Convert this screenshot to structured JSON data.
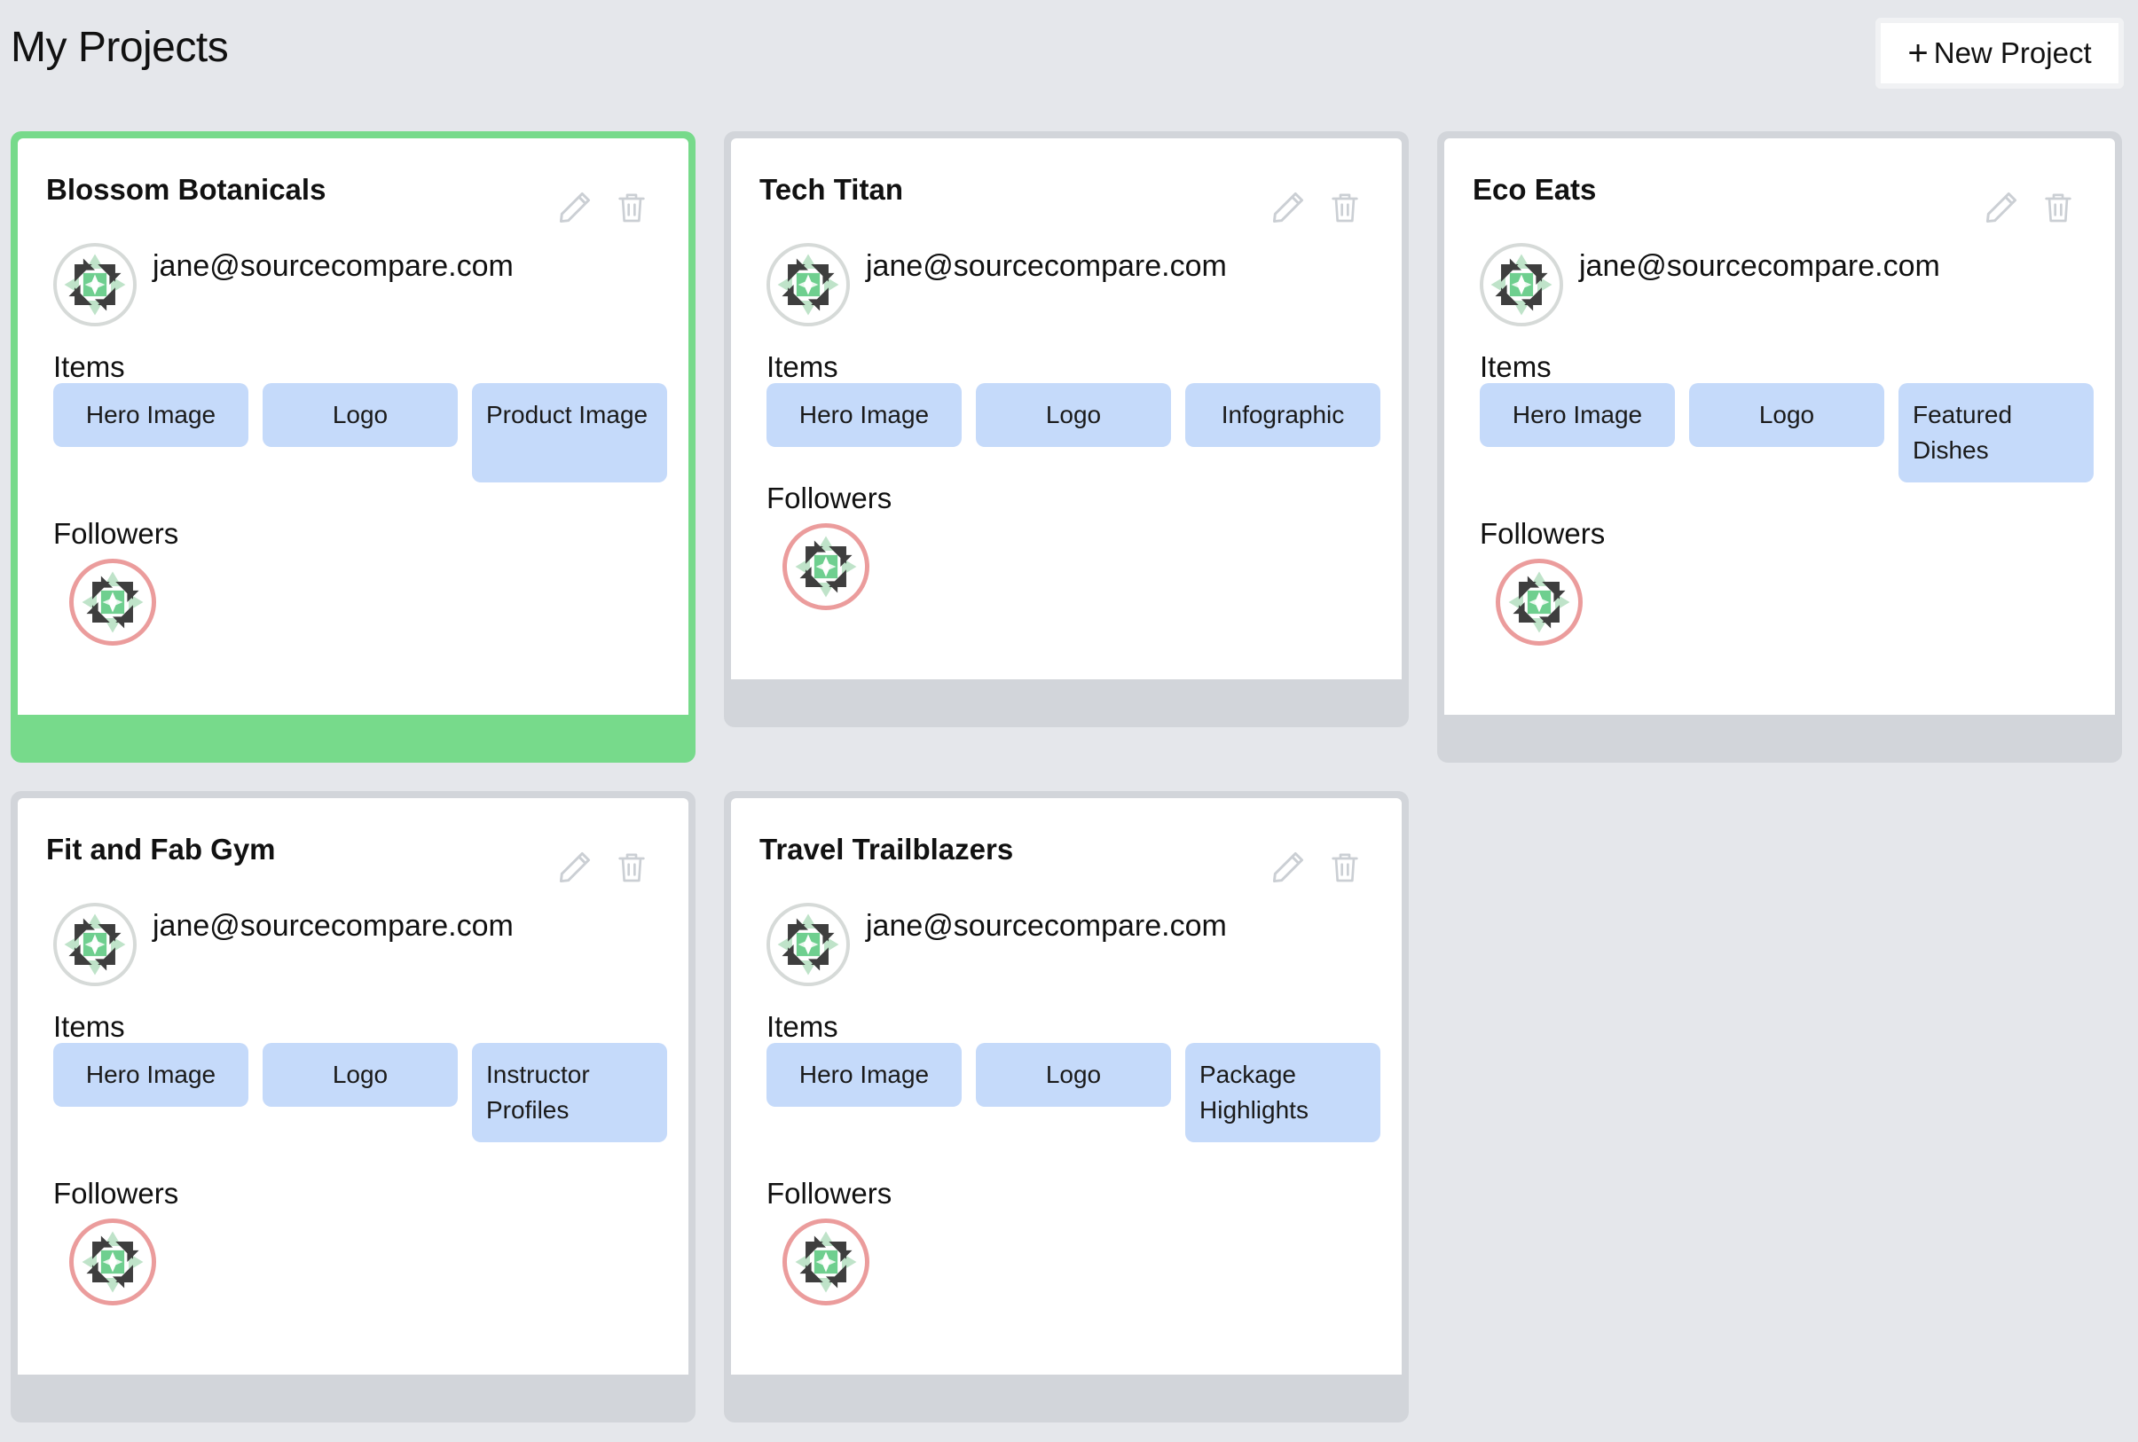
{
  "header": {
    "title": "My Projects",
    "new_project_plus": "+",
    "new_project_label": "New Project"
  },
  "colors": {
    "active_card": "#77da8b",
    "card_footer": "#d2d5da",
    "chip_bg": "#c5dafa",
    "follower_ring": "#eb9c9c"
  },
  "projects": [
    {
      "name": "Blossom Botanicals",
      "active": true,
      "owner_email": "jane@sourcecompare.com",
      "items_label": "Items",
      "items": [
        "Hero Image",
        "Logo",
        "Product Image"
      ],
      "followers_label": "Followers",
      "edit_icon": "pencil-icon",
      "delete_icon": "trash-icon"
    },
    {
      "name": "Tech Titan",
      "active": false,
      "owner_email": "jane@sourcecompare.com",
      "items_label": "Items",
      "items": [
        "Hero Image",
        "Logo",
        "Infographic"
      ],
      "followers_label": "Followers",
      "edit_icon": "pencil-icon",
      "delete_icon": "trash-icon"
    },
    {
      "name": "Eco Eats",
      "active": false,
      "owner_email": "jane@sourcecompare.com",
      "items_label": "Items",
      "items": [
        "Hero Image",
        "Logo",
        "Featured Dishes"
      ],
      "followers_label": "Followers",
      "edit_icon": "pencil-icon",
      "delete_icon": "trash-icon"
    },
    {
      "name": "Fit and Fab Gym",
      "active": false,
      "owner_email": "jane@sourcecompare.com",
      "items_label": "Items",
      "items": [
        "Hero Image",
        "Logo",
        "Instructor Profiles"
      ],
      "followers_label": "Followers",
      "edit_icon": "pencil-icon",
      "delete_icon": "trash-icon"
    },
    {
      "name": "Travel Trailblazers",
      "active": false,
      "owner_email": "jane@sourcecompare.com",
      "items_label": "Items",
      "items": [
        "Hero Image",
        "Logo",
        "Package Highlights"
      ],
      "followers_label": "Followers",
      "edit_icon": "pencil-icon",
      "delete_icon": "trash-icon"
    }
  ]
}
